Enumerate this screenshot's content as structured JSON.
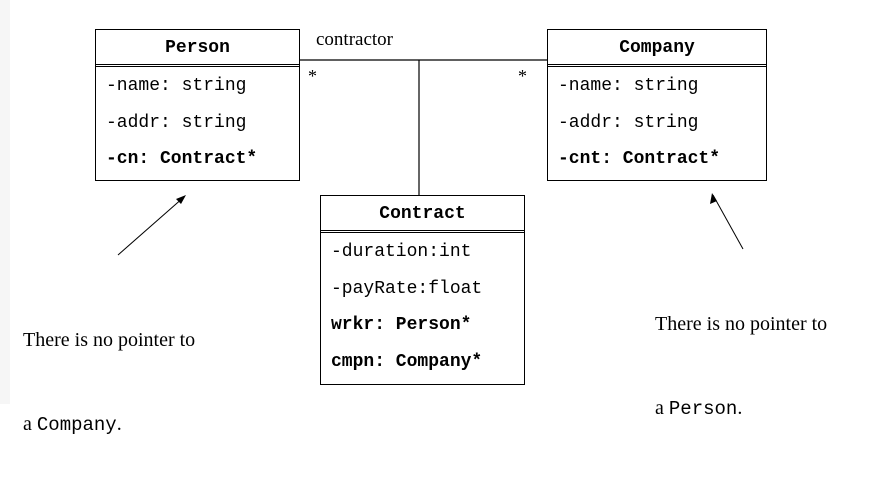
{
  "association": {
    "label": "contractor",
    "multiplicity_left": "*",
    "multiplicity_right": "*"
  },
  "classes": {
    "person": {
      "name": "Person",
      "attributes": [
        {
          "text": "-name: string",
          "bold": false
        },
        {
          "text": "-addr: string",
          "bold": false
        },
        {
          "text": "-cn: Contract*",
          "bold": true
        }
      ]
    },
    "company": {
      "name": "Company",
      "attributes": [
        {
          "text": "-name: string",
          "bold": false
        },
        {
          "text": "-addr: string",
          "bold": false
        },
        {
          "text": "-cnt: Contract*",
          "bold": true
        }
      ]
    },
    "contract": {
      "name": "Contract",
      "attributes": [
        {
          "text": "-duration:int",
          "bold": false
        },
        {
          "text": "-payRate:float",
          "bold": false
        },
        {
          "text": "wrkr: Person*",
          "bold": true
        },
        {
          "text": "cmpn: Company*",
          "bold": true
        }
      ]
    }
  },
  "notes": {
    "left": {
      "line1": "There is no pointer to",
      "line2_prefix": "a ",
      "line2_code": "Company",
      "line2_suffix": "."
    },
    "right": {
      "line1": "There is no pointer to",
      "line2_prefix": "a ",
      "line2_code": "Person",
      "line2_suffix": "."
    }
  }
}
